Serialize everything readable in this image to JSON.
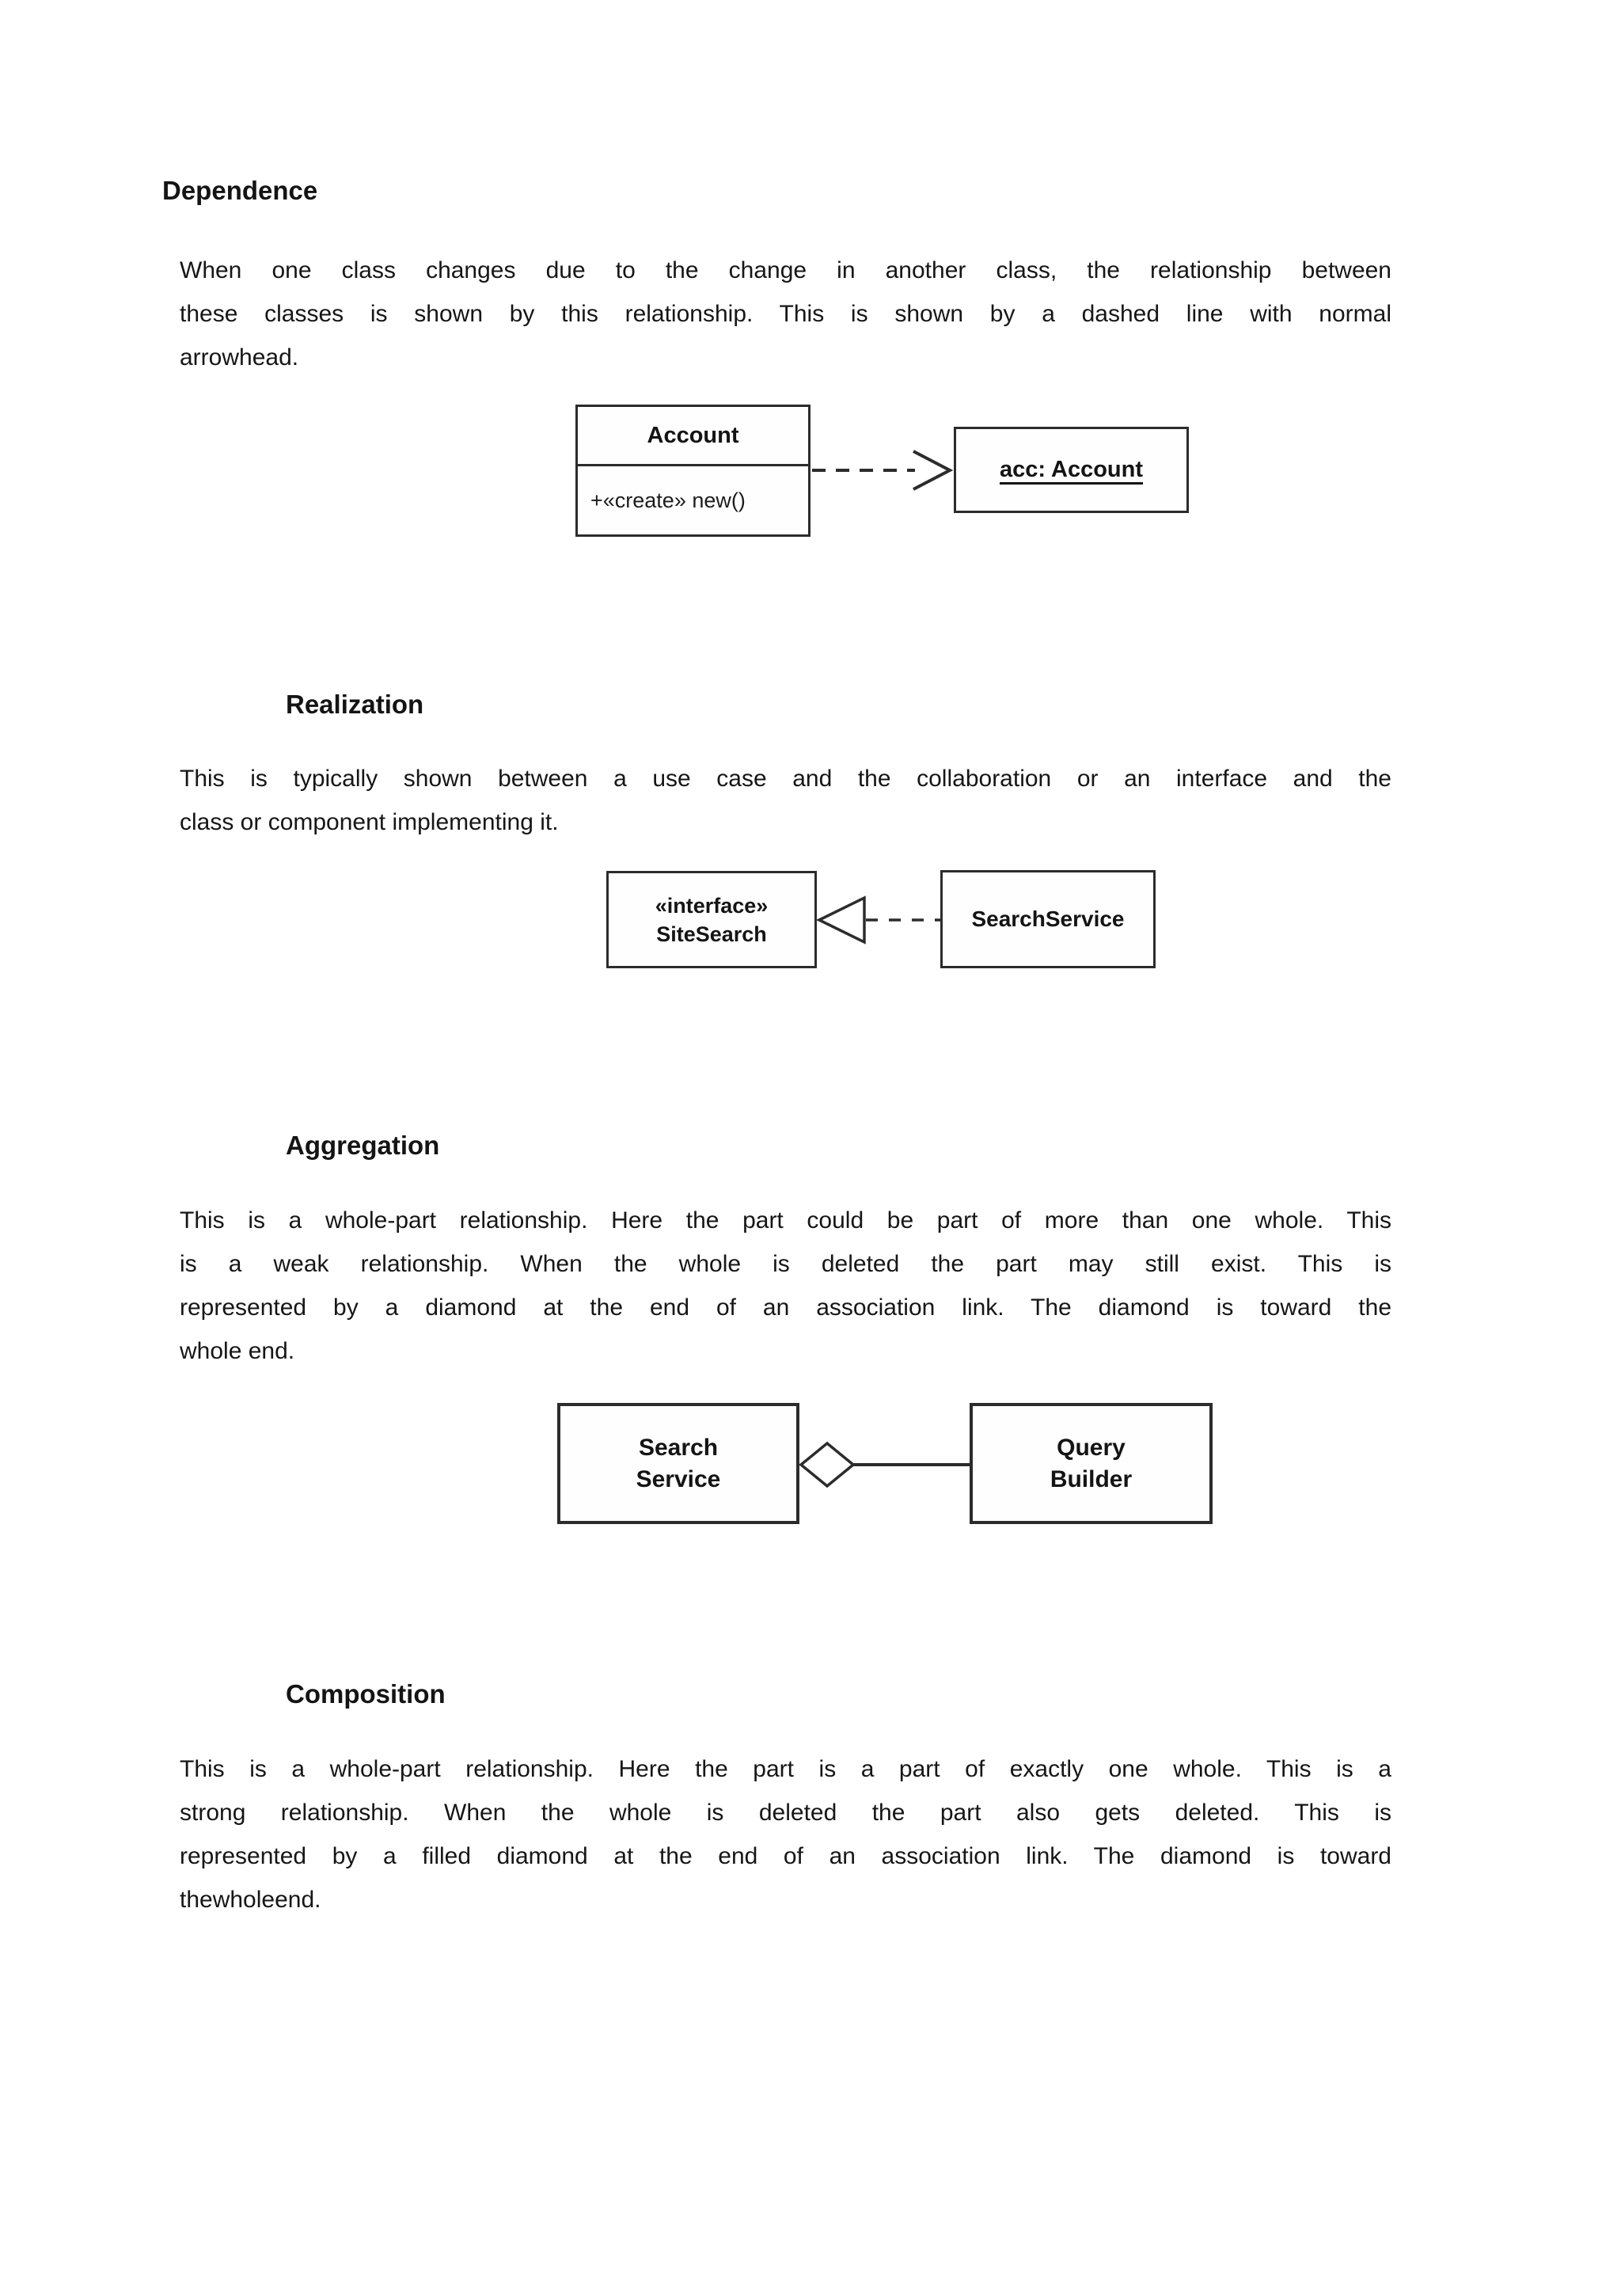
{
  "document": {
    "background": "#ffffff",
    "text_color": "#161616",
    "line_color": "#2c2c2c",
    "sections": [
      {
        "id": "dependence",
        "heading": "Dependence",
        "lines": [
          "When one class changes due to the change in another class, the relationship between",
          "these classes is shown by this relationship. This is shown by a dashed line with normal",
          "arrowhead."
        ]
      },
      {
        "id": "realization",
        "heading": "Realization",
        "lines": [
          "This is typically shown between a use case and the collaboration or an interface and the",
          "class or component implementing it."
        ]
      },
      {
        "id": "aggregation",
        "heading": "Aggregation",
        "lines": [
          "This is a whole-part relationship. Here the part could be part of more than one whole. This",
          "is a weak relationship. When the whole is deleted the part may still exist. This is",
          "represented by a diamond at the end of an association link. The diamond is toward the",
          "whole end."
        ]
      },
      {
        "id": "composition",
        "heading": "Composition",
        "lines": [
          "This is a whole-part relationship. Here the part is a part of exactly one whole. This is a",
          "strong relationship. When the whole is deleted the part also gets deleted. This is",
          "represented by a filled diamond at the end of an association link. The diamond is toward",
          "thewholeend."
        ]
      }
    ],
    "diagrams": {
      "dependence": {
        "type": "dependency",
        "connector": "dashed-line-open-arrowhead",
        "class_title": "Account",
        "class_operation": "+«create» new()",
        "object_label": "acc: Account"
      },
      "realization": {
        "type": "realization",
        "connector": "dashed-line-hollow-triangle",
        "interface_stereotype": "«interface»",
        "interface_name": "SiteSearch",
        "class_name": "SearchService"
      },
      "aggregation": {
        "type": "aggregation",
        "connector": "solid-line-hollow-diamond",
        "whole_line1": "Search",
        "whole_line2": "Service",
        "part_line1": "Query",
        "part_line2": "Builder"
      }
    }
  }
}
